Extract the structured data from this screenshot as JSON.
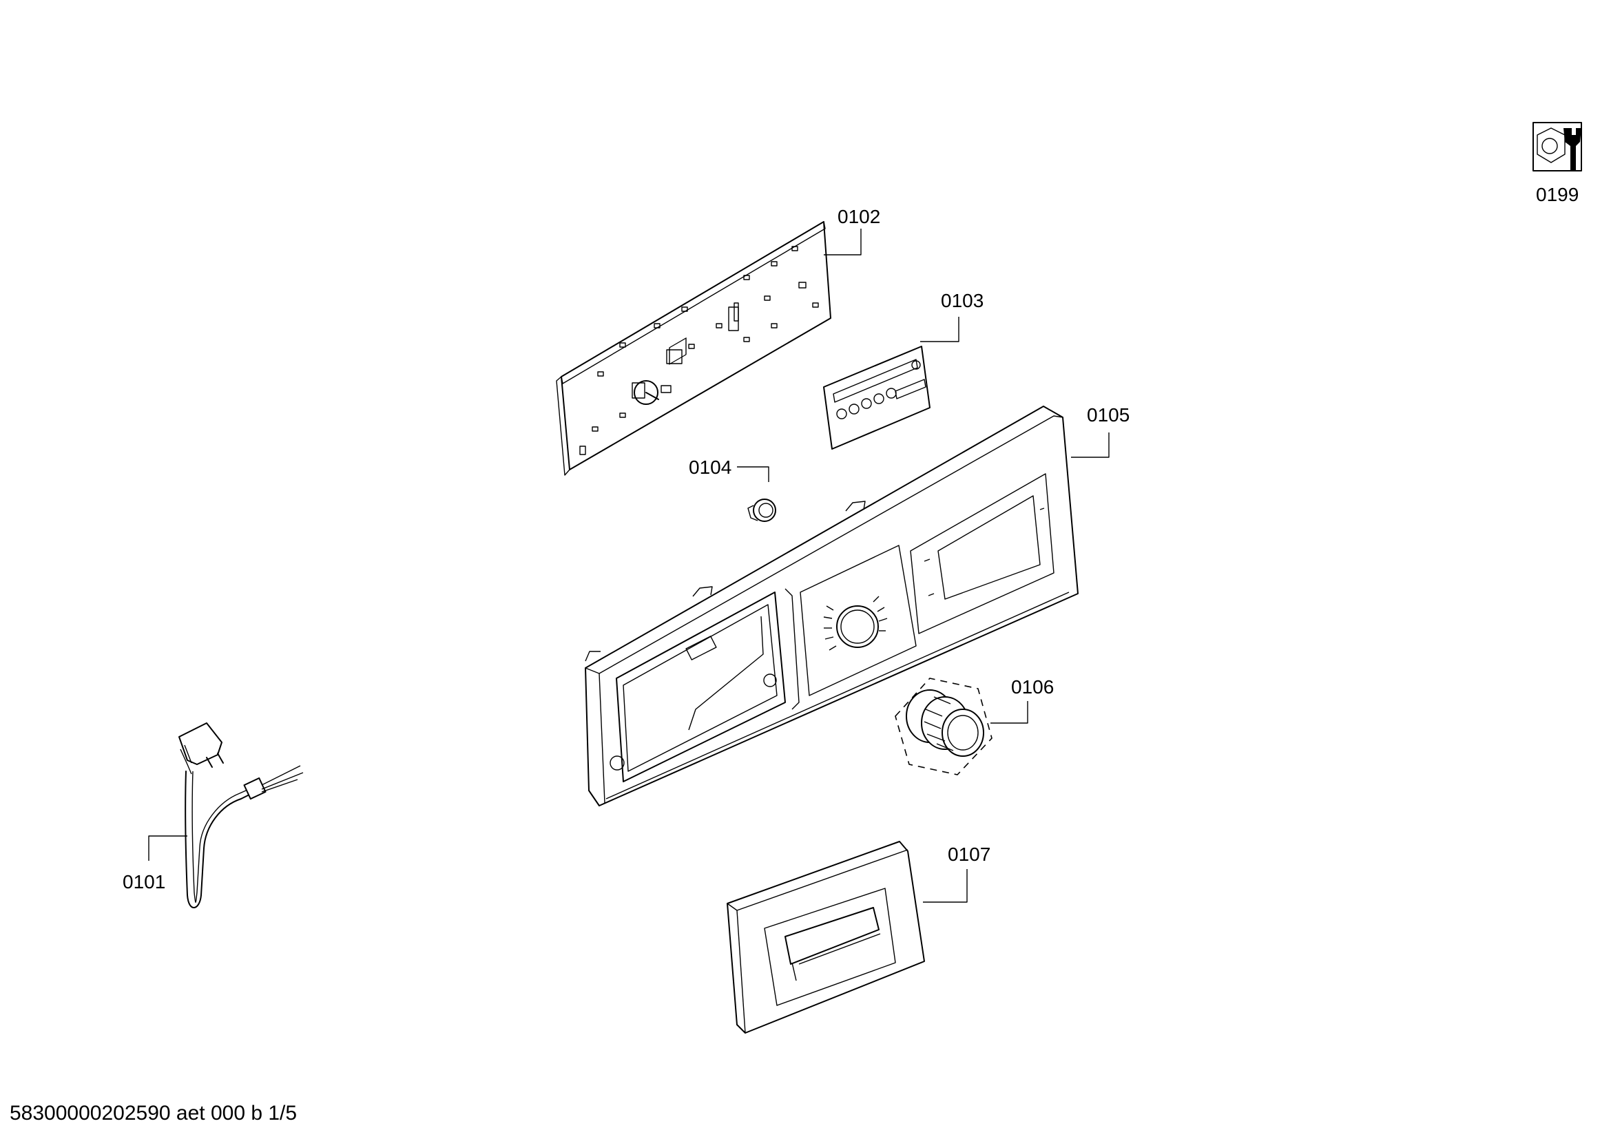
{
  "labels": {
    "p0101": "0101",
    "p0102": "0102",
    "p0103": "0103",
    "p0104": "0104",
    "p0105": "0105",
    "p0106": "0106",
    "p0107": "0107",
    "p0199": "0199"
  },
  "footer": "58300000202590 aet 000 b 1/5",
  "icons": {
    "service": "nut-and-wrench-icon"
  }
}
